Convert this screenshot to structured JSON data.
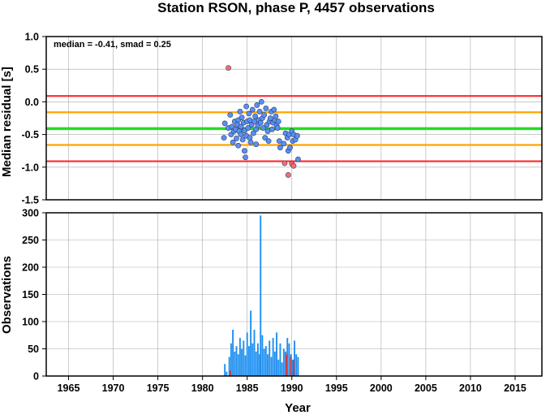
{
  "chart_data": [
    {
      "type": "scatter",
      "title": "Station RSON, phase P, 4457 observations",
      "xlabel": "",
      "ylabel": "Median residual [s]",
      "annotation": "median = -0.41, smad = 0.25",
      "xlim": [
        1962.5,
        2018
      ],
      "ylim": [
        -1.5,
        1.0
      ],
      "yticks": [
        "1.0",
        "0.5",
        "0.0",
        "-0.5",
        "-1.0",
        "-1.5"
      ],
      "grid": true,
      "reference_lines": [
        {
          "y": 0.09,
          "color": "#ff2a2a"
        },
        {
          "y": -0.16,
          "color": "#ffa500"
        },
        {
          "y": -0.41,
          "color": "#22dd22"
        },
        {
          "y": -0.66,
          "color": "#ffa500"
        },
        {
          "y": -0.91,
          "color": "#ff2a2a"
        }
      ],
      "series": [
        {
          "color": "#5b8ff0",
          "points": [
            [
              1982.4,
              -0.55
            ],
            [
              1982.5,
              -0.33
            ],
            [
              1982.9,
              -0.4
            ],
            [
              1983.1,
              -0.2
            ],
            [
              1983.2,
              -0.5
            ],
            [
              1983.3,
              -0.38
            ],
            [
              1983.4,
              -0.62
            ],
            [
              1983.5,
              -0.45
            ],
            [
              1983.6,
              -0.3
            ],
            [
              1983.7,
              -0.42
            ],
            [
              1983.8,
              -0.56
            ],
            [
              1983.9,
              -0.35
            ],
            [
              1984.0,
              -0.28
            ],
            [
              1984.0,
              -0.67
            ],
            [
              1984.1,
              -0.45
            ],
            [
              1984.2,
              -0.15
            ],
            [
              1984.3,
              -0.5
            ],
            [
              1984.3,
              -0.38
            ],
            [
              1984.4,
              -0.24
            ],
            [
              1984.5,
              -0.58
            ],
            [
              1984.6,
              -0.32
            ],
            [
              1984.7,
              -0.44
            ],
            [
              1984.7,
              -0.75
            ],
            [
              1984.8,
              -0.85
            ],
            [
              1984.9,
              -0.07
            ],
            [
              1984.9,
              -0.52
            ],
            [
              1985.0,
              -0.3
            ],
            [
              1985.1,
              -0.4
            ],
            [
              1985.2,
              -0.18
            ],
            [
              1985.3,
              -0.55
            ],
            [
              1985.3,
              -0.28
            ],
            [
              1985.4,
              -0.62
            ],
            [
              1985.5,
              -0.35
            ],
            [
              1985.6,
              -0.12
            ],
            [
              1985.7,
              -0.48
            ],
            [
              1985.8,
              -0.3
            ],
            [
              1985.9,
              -0.22
            ],
            [
              1986.0,
              -0.65
            ],
            [
              1986.0,
              -0.42
            ],
            [
              1986.1,
              -0.05
            ],
            [
              1986.2,
              -0.36
            ],
            [
              1986.3,
              -0.28
            ],
            [
              1986.4,
              -0.15
            ],
            [
              1986.5,
              -0.32
            ],
            [
              1986.6,
              -0.0
            ],
            [
              1986.7,
              -0.25
            ],
            [
              1986.8,
              -0.4
            ],
            [
              1986.9,
              -0.2
            ],
            [
              1987.0,
              -0.55
            ],
            [
              1987.1,
              -0.1
            ],
            [
              1987.2,
              -0.35
            ],
            [
              1987.3,
              -0.45
            ],
            [
              1987.4,
              -0.6
            ],
            [
              1987.5,
              -0.3
            ],
            [
              1987.6,
              -0.25
            ],
            [
              1987.7,
              -0.15
            ],
            [
              1987.8,
              -0.42
            ],
            [
              1987.9,
              -0.32
            ],
            [
              1988.0,
              -0.12
            ],
            [
              1988.1,
              -0.28
            ],
            [
              1988.2,
              -0.22
            ],
            [
              1988.3,
              -0.36
            ],
            [
              1988.4,
              -0.4
            ],
            [
              1988.5,
              -0.3
            ],
            [
              1988.6,
              -0.6
            ],
            [
              1988.7,
              -0.7
            ],
            [
              1989.1,
              -0.64
            ],
            [
              1989.3,
              -0.48
            ],
            [
              1989.5,
              -0.55
            ],
            [
              1989.6,
              -0.75
            ],
            [
              1989.7,
              -0.5
            ],
            [
              1989.8,
              -0.7
            ],
            [
              1990.0,
              -0.45
            ],
            [
              1990.1,
              -0.6
            ],
            [
              1990.2,
              -0.5
            ],
            [
              1990.4,
              -0.58
            ],
            [
              1990.6,
              -0.52
            ],
            [
              1990.7,
              -0.88
            ]
          ]
        },
        {
          "color": "#ff6b6b",
          "points": [
            [
              1982.9,
              0.52
            ],
            [
              1989.2,
              -0.94
            ],
            [
              1989.6,
              -1.12
            ],
            [
              1990.0,
              -0.95
            ],
            [
              1990.2,
              -0.98
            ]
          ]
        }
      ]
    },
    {
      "type": "bar",
      "xlabel": "Year",
      "ylabel": "Observations",
      "xlim": [
        1962.5,
        2018
      ],
      "ylim": [
        0,
        300
      ],
      "xticks": [
        "1965",
        "1970",
        "1975",
        "1980",
        "1985",
        "1990",
        "1995",
        "2000",
        "2005",
        "2010",
        "2015"
      ],
      "yticks": [
        "300",
        "250",
        "200",
        "150",
        "100",
        "50",
        "0"
      ],
      "grid": true,
      "series": [
        {
          "color": "#1e8ff0",
          "x": [
            1982.5,
            1982.7,
            1983.0,
            1983.2,
            1983.4,
            1983.6,
            1983.8,
            1984.0,
            1984.2,
            1984.4,
            1984.6,
            1984.8,
            1985.0,
            1985.2,
            1985.4,
            1985.6,
            1985.8,
            1986.0,
            1986.2,
            1986.4,
            1986.5,
            1986.7,
            1986.9,
            1987.1,
            1987.3,
            1987.5,
            1987.7,
            1987.9,
            1988.1,
            1988.3,
            1988.5,
            1988.7,
            1988.9,
            1989.1,
            1989.3,
            1989.5,
            1989.7,
            1989.9,
            1990.1,
            1990.3,
            1990.5,
            1990.7
          ],
          "values": [
            22,
            8,
            35,
            60,
            85,
            45,
            55,
            40,
            70,
            50,
            65,
            38,
            80,
            55,
            120,
            60,
            85,
            45,
            60,
            40,
            295,
            75,
            50,
            55,
            40,
            65,
            35,
            70,
            45,
            80,
            30,
            60,
            25,
            50,
            45,
            70,
            60,
            40,
            30,
            65,
            40,
            35
          ]
        },
        {
          "color": "#d9363e",
          "x": [
            1983.1,
            1989.4,
            1989.9,
            1990.2
          ],
          "values": [
            10,
            40,
            35,
            30
          ]
        }
      ]
    }
  ]
}
